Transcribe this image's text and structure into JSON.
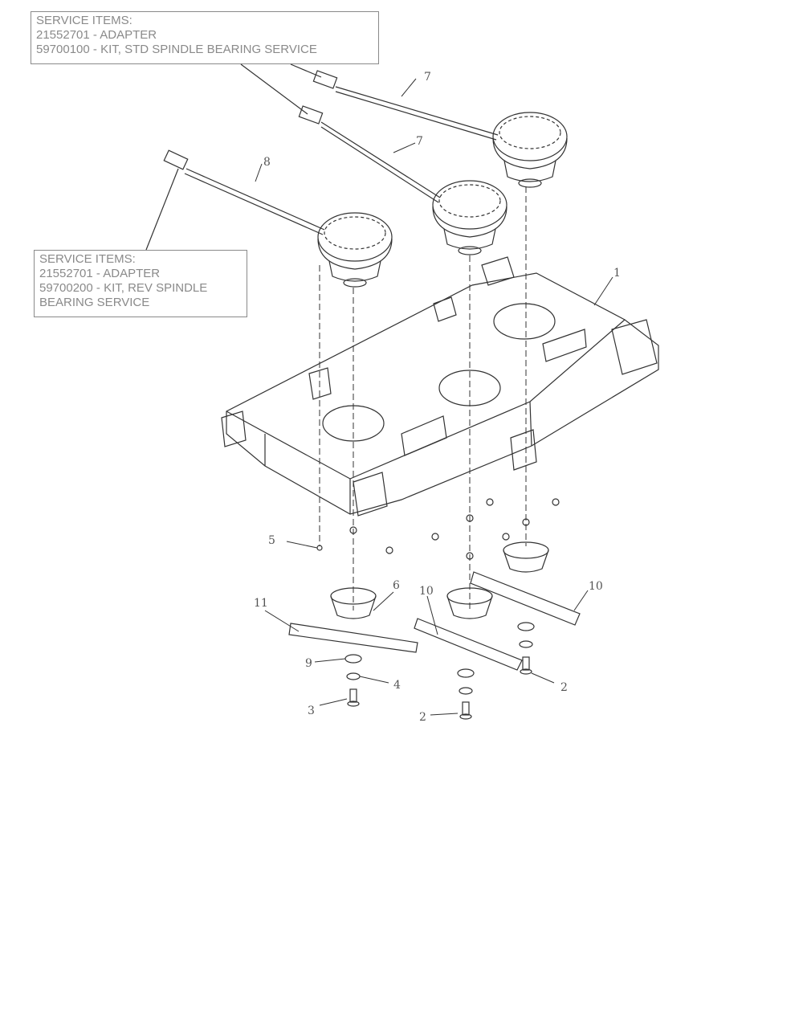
{
  "service_boxes": {
    "std": {
      "line1": "SERVICE ITEMS:",
      "line2": "21552701 - ADAPTER",
      "line3": "59700100 - KIT, STD SPINDLE BEARING SERVICE"
    },
    "rev": {
      "line1": "SERVICE ITEMS:",
      "line2": "21552701 - ADAPTER",
      "line3": "59700200 - KIT, REV SPINDLE",
      "line4": "BEARING SERVICE"
    }
  },
  "callouts": {
    "c1": "1",
    "c2a": "2",
    "c2b": "2",
    "c3": "3",
    "c4": "4",
    "c5": "5",
    "c6": "6",
    "c7a": "7",
    "c7b": "7",
    "c8": "8",
    "c9": "9",
    "c10a": "10",
    "c10b": "10",
    "c11": "11"
  }
}
